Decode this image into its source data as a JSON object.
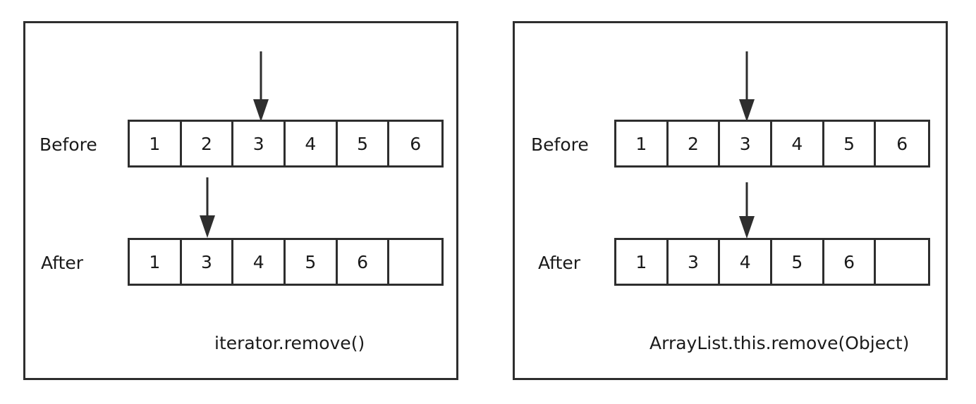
{
  "diagram": {
    "panels": [
      {
        "before_label": "Before",
        "after_label": "After",
        "before_cells": [
          "1",
          "2",
          "3",
          "4",
          "5",
          "6"
        ],
        "after_cells": [
          "1",
          "3",
          "4",
          "5",
          "6",
          ""
        ],
        "caption": "iterator.remove()"
      },
      {
        "before_label": "Before",
        "after_label": "After",
        "before_cells": [
          "1",
          "2",
          "3",
          "4",
          "5",
          "6"
        ],
        "after_cells": [
          "1",
          "3",
          "4",
          "5",
          "6",
          ""
        ],
        "caption": "ArrayList.this.remove(Object)"
      }
    ]
  }
}
